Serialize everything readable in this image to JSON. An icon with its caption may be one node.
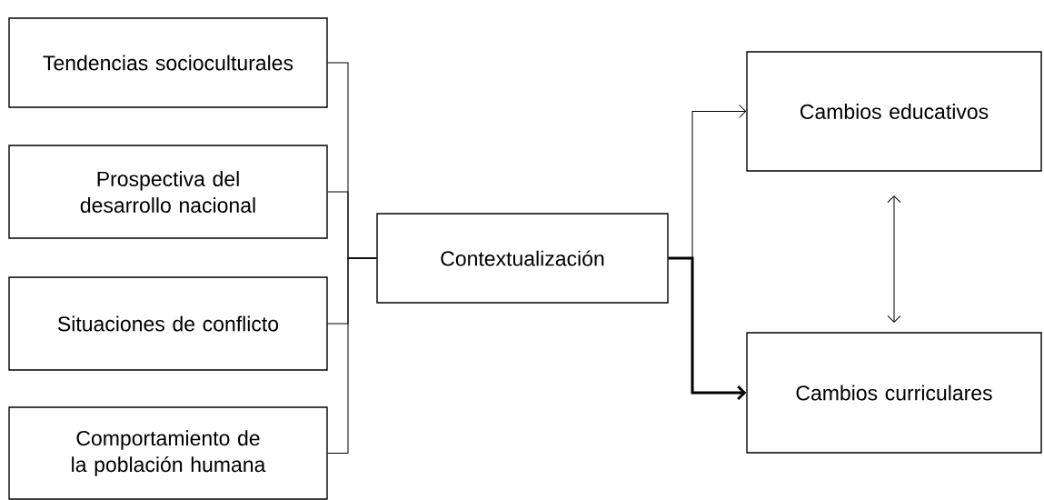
{
  "diagram": {
    "nodes": [
      {
        "text": [
          "Tendencias socioculturales"
        ]
      },
      {
        "text": [
          "Prospectiva del desarrollo nacional"
        ]
      },
      {
        "text": [
          "Situaciones de conflicto"
        ]
      },
      {
        "text": [
          "Comportamiento de la población humana"
        ]
      },
      {
        "text": [
          "Contextualización"
        ]
      },
      {
        "text": [
          "Cambios educativos"
        ]
      },
      {
        "text": [
          "Cambios curriculares"
        ]
      }
    ],
    "edges": [
      {
        "from": 0,
        "to": 4,
        "arrow": "none"
      },
      {
        "from": 1,
        "to": 4,
        "arrow": "none"
      },
      {
        "from": 2,
        "to": 4,
        "arrow": "none"
      },
      {
        "from": 3,
        "to": 4,
        "arrow": "none"
      },
      {
        "from": 4,
        "to": 5,
        "arrow": "to"
      },
      {
        "from": 4,
        "to": 6,
        "arrow": "to",
        "style": "thick"
      },
      {
        "from": 5,
        "to": 6,
        "arrow": "both"
      }
    ]
  }
}
